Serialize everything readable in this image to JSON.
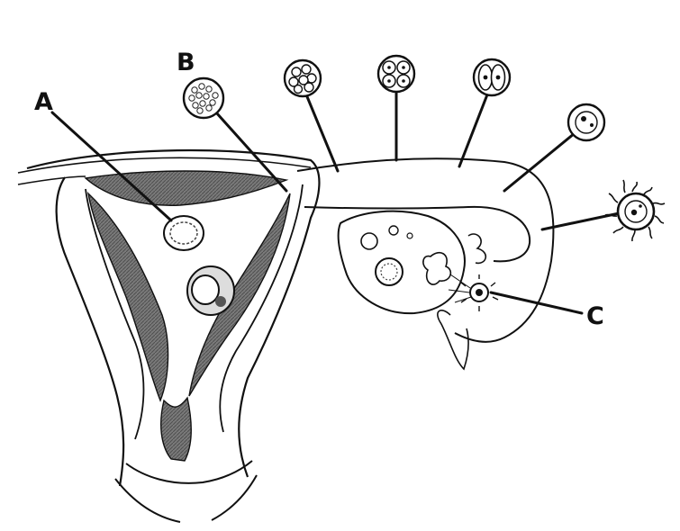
{
  "labels": {
    "a": "A",
    "b": "B",
    "c": "C"
  },
  "colors": {
    "ink": "#111111",
    "shading": "#6a6a6a",
    "paper": "#ffffff"
  },
  "stages": [
    {
      "name": "ovulated-oocyte-stage"
    },
    {
      "name": "zygote-stage"
    },
    {
      "name": "two-cell-stage"
    },
    {
      "name": "four-cell-stage"
    },
    {
      "name": "eight-cell-stage"
    },
    {
      "name": "morula-stage"
    },
    {
      "name": "blastocyst-stage"
    },
    {
      "name": "implanting-blastocyst"
    }
  ]
}
